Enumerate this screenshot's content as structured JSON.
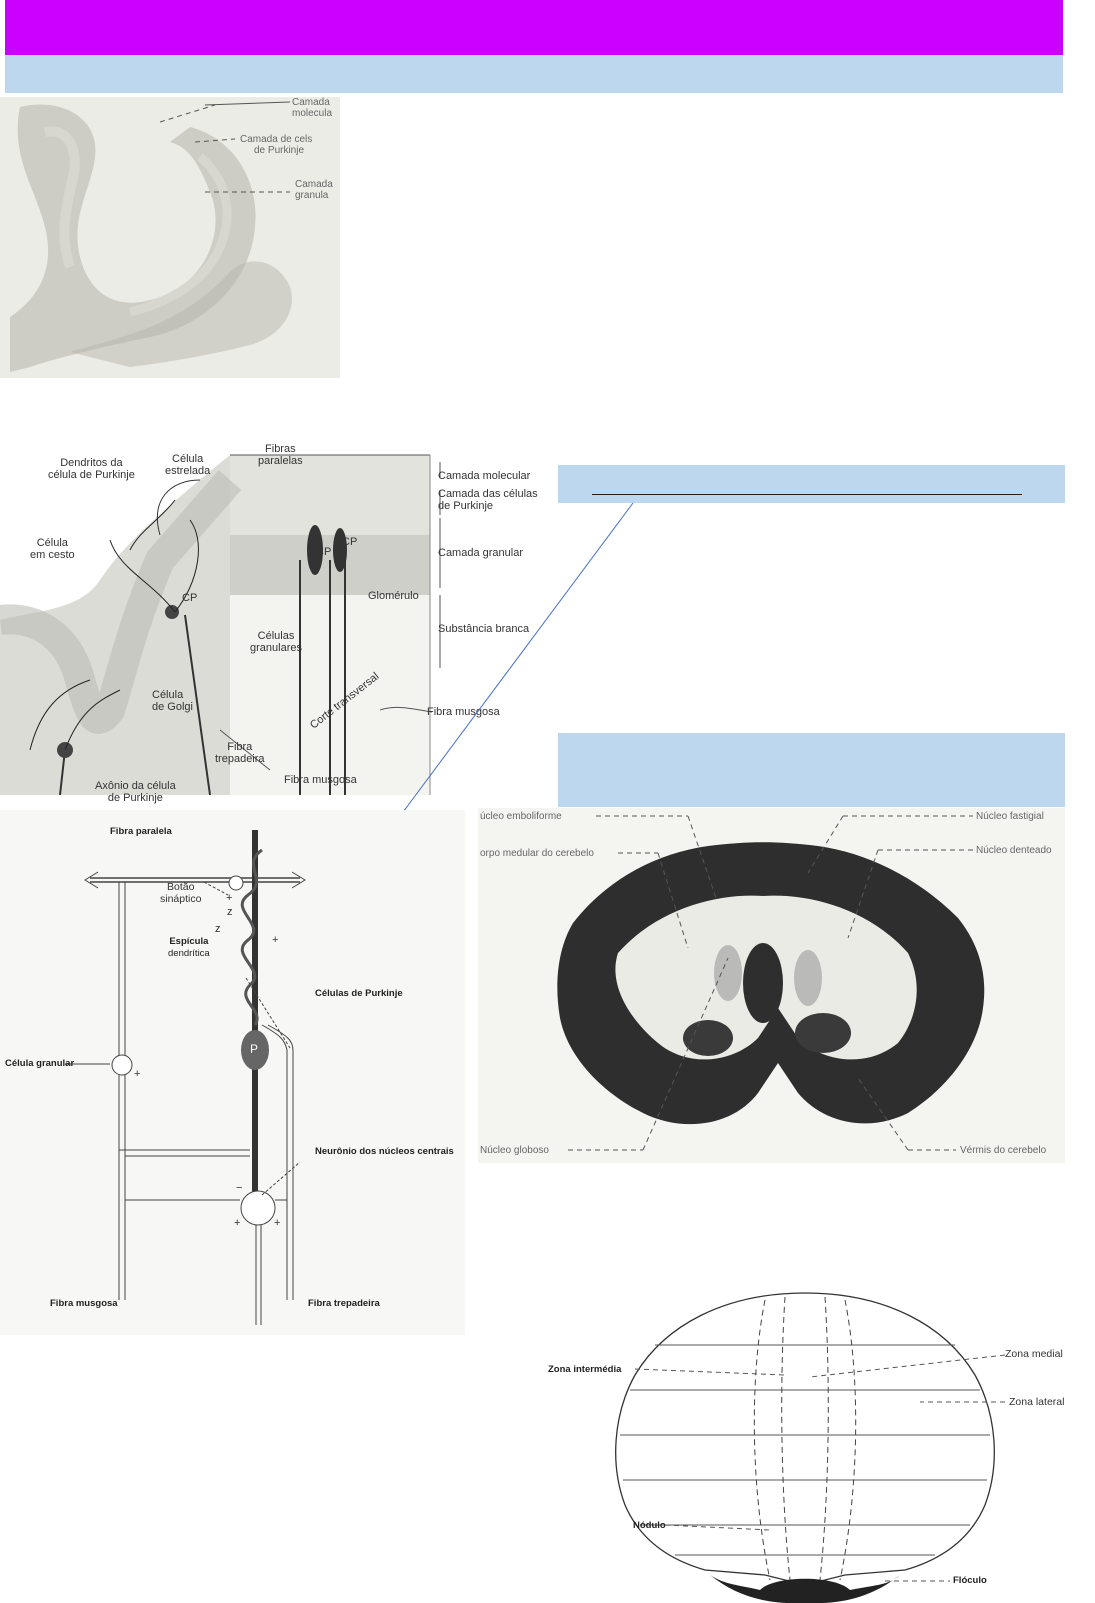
{
  "header": {
    "bar_color": "#cc00ff",
    "subbar_color": "#bdd7ee"
  },
  "fig_cortex": {
    "molecular": [
      "Camada",
      "molecula"
    ],
    "purkinje": [
      "Camada de cels",
      "de Purkinje"
    ],
    "granular": [
      "Camada",
      "granula"
    ]
  },
  "fig_layers": {
    "dendritos": [
      "Dendritos da",
      "célula de Purkinje"
    ],
    "estrelada": [
      "Célula",
      "estrelada"
    ],
    "paralelas": [
      "Fibras",
      "paralelas"
    ],
    "cesto": [
      "Célula",
      "em cesto"
    ],
    "cp": "CP",
    "granulares": [
      "Células",
      "granulares"
    ],
    "golgi": [
      "Célula",
      "de Golgi"
    ],
    "glomerulo": "Glomérulo",
    "trepadeira": [
      "Fibra",
      "trepadeira"
    ],
    "musgosa_bottom": "Fibra musgosa",
    "musgosa_right": "Fibra musgosa",
    "corte": "Corte transversal",
    "axonio": [
      "Axônio da célula",
      "de Purkinje"
    ],
    "layer_molecular": "Camada molecular",
    "layer_purkinje": [
      "Camada das células",
      "de Purkinje"
    ],
    "layer_granular": "Camada granular",
    "layer_branca": "Substância branca"
  },
  "fig_circuit": {
    "fibra_paralela": "Fibra paralela",
    "botao": [
      "Botão",
      "sináptico"
    ],
    "espicula": [
      "Espícula",
      "dendrítica"
    ],
    "purkinje": "Células de Purkinje",
    "p": "P",
    "granular": "Célula granular",
    "neuronio": "Neurônio dos núcleos centrais",
    "musgosa": "Fibra musgosa",
    "trepadeira": "Fibra trepadeira",
    "plus": "+",
    "minus": "−",
    "z": "z"
  },
  "fig_section": {
    "emboliforme": "úcleo emboliforme",
    "corpo_medular": "orpo medular do cerebelo",
    "globoso": "Núcleo globoso",
    "fastigial": "Núcleo fastigial",
    "denteado": "Núcleo denteado",
    "vermis": "Vérmis do cerebelo"
  },
  "fig_zones": {
    "intermedia": "Zona intermédia",
    "medial": "Zona medial",
    "lateral": "Zona lateral",
    "nodulo": "Nódulo",
    "floculo": "Flóculo"
  }
}
